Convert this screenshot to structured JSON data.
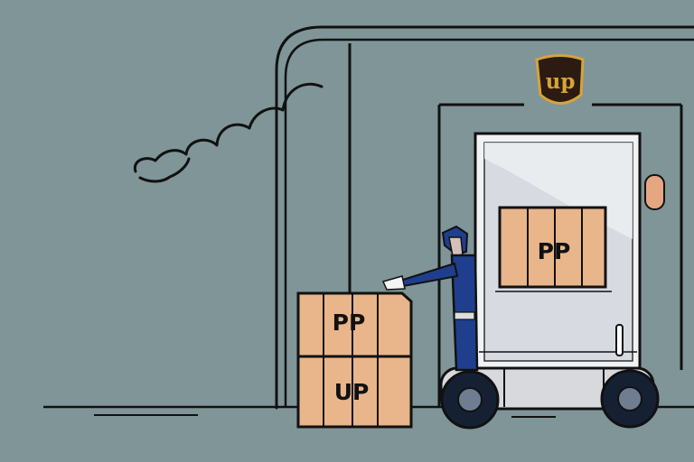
{
  "scene": {
    "logo_text": "up",
    "box_labels": {
      "top_box": "PP",
      "bottom_box": "UP",
      "cargo_box": "PP"
    }
  },
  "colors": {
    "background": "#7f9598",
    "box": "#e9b58b",
    "truck": "#d9dbe0",
    "uniform": "#1f3f8e",
    "wheel": "#152133",
    "logo_brown": "#2b1b13",
    "logo_gold": "#d6a437"
  }
}
